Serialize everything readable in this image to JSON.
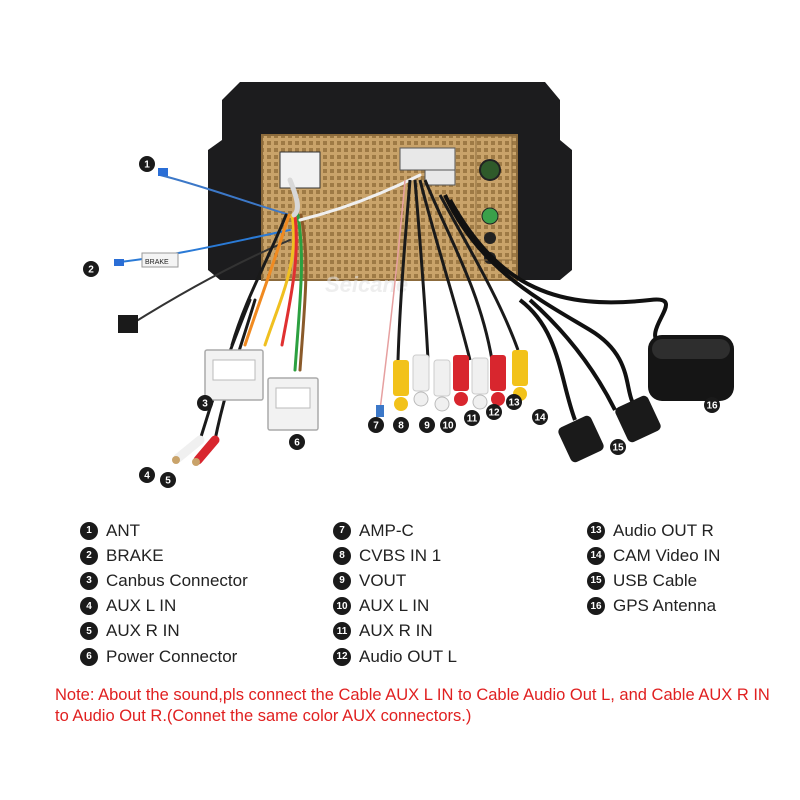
{
  "watermark": "Seicane",
  "connector_labels": {
    "brake_tag": "BRAKE"
  },
  "legend": {
    "col1": [
      {
        "num": "1",
        "label": "ANT"
      },
      {
        "num": "2",
        "label": "BRAKE"
      },
      {
        "num": "3",
        "label": "Canbus Connector"
      },
      {
        "num": "4",
        "label": "AUX L IN"
      },
      {
        "num": "5",
        "label": "AUX R IN"
      },
      {
        "num": "6",
        "label": "Power Connector"
      }
    ],
    "col2": [
      {
        "num": "7",
        "label": "AMP-C"
      },
      {
        "num": "8",
        "label": "CVBS IN 1"
      },
      {
        "num": "9",
        "label": "VOUT"
      },
      {
        "num": "10",
        "label": "AUX L IN"
      },
      {
        "num": "11",
        "label": "AUX R IN"
      },
      {
        "num": "12",
        "label": "Audio OUT L"
      }
    ],
    "col3": [
      {
        "num": "13",
        "label": "Audio OUT R"
      },
      {
        "num": "14",
        "label": "CAM Video IN"
      },
      {
        "num": "15",
        "label": "USB Cable"
      },
      {
        "num": "16",
        "label": "GPS Antenna"
      }
    ]
  },
  "callouts": [
    "1",
    "2",
    "3",
    "4",
    "5",
    "6",
    "7",
    "8",
    "9",
    "10",
    "11",
    "12",
    "13",
    "14",
    "15",
    "16"
  ],
  "note": "Note: About the sound,pls connect the Cable AUX L IN to Cable Audio Out L, and Cable AUX R IN to  Audio Out R.(Connet the same color AUX connectors.)",
  "colors": {
    "note": "#e02020",
    "badge": "#1a1a1a",
    "unit_body": "#1c1c1e",
    "backplate": "#c8a46a",
    "rca_yellow": "#f2c21a",
    "rca_red": "#d8262e",
    "rca_white": "#f0f0f0"
  }
}
